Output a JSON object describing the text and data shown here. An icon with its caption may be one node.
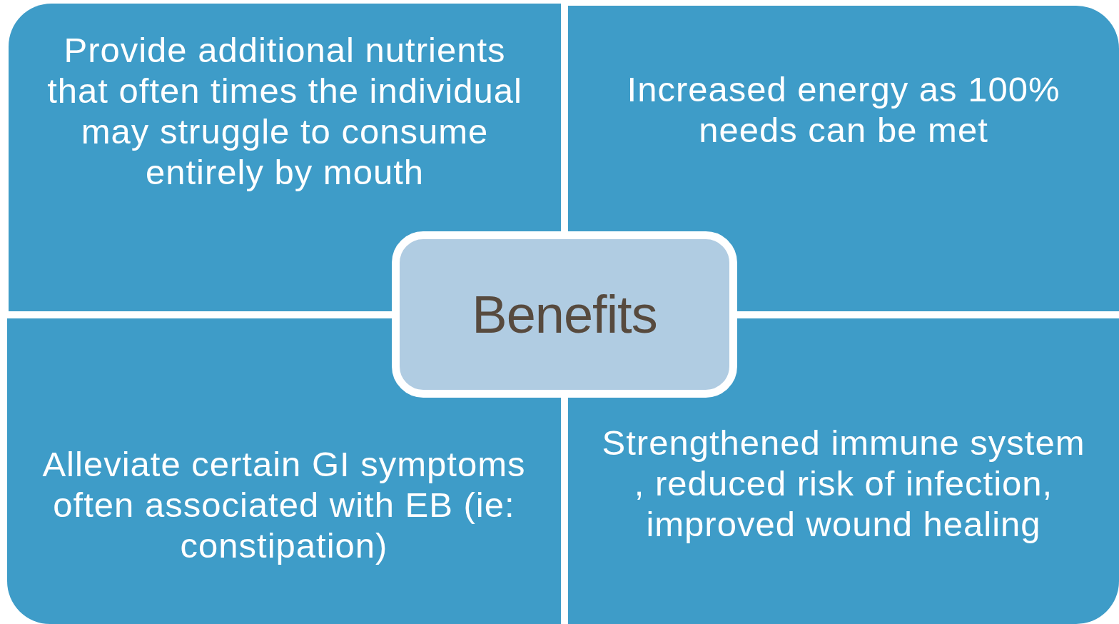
{
  "diagram": {
    "nodes": [
      {
        "text": [
          "Provide additional nutrients that often times the individual may struggle to consume entirely by mouth"
        ]
      },
      {
        "text": [
          "Increased energy as 100% needs can be met"
        ]
      },
      {
        "text": [
          "Benefits"
        ]
      },
      {
        "text": [
          "Alleviate certain GI symptoms often associated with EB (ie: constipation)"
        ]
      },
      {
        "text": [
          "Strengthened immune system , reduced risk of infection, improved wound healing"
        ]
      }
    ]
  }
}
